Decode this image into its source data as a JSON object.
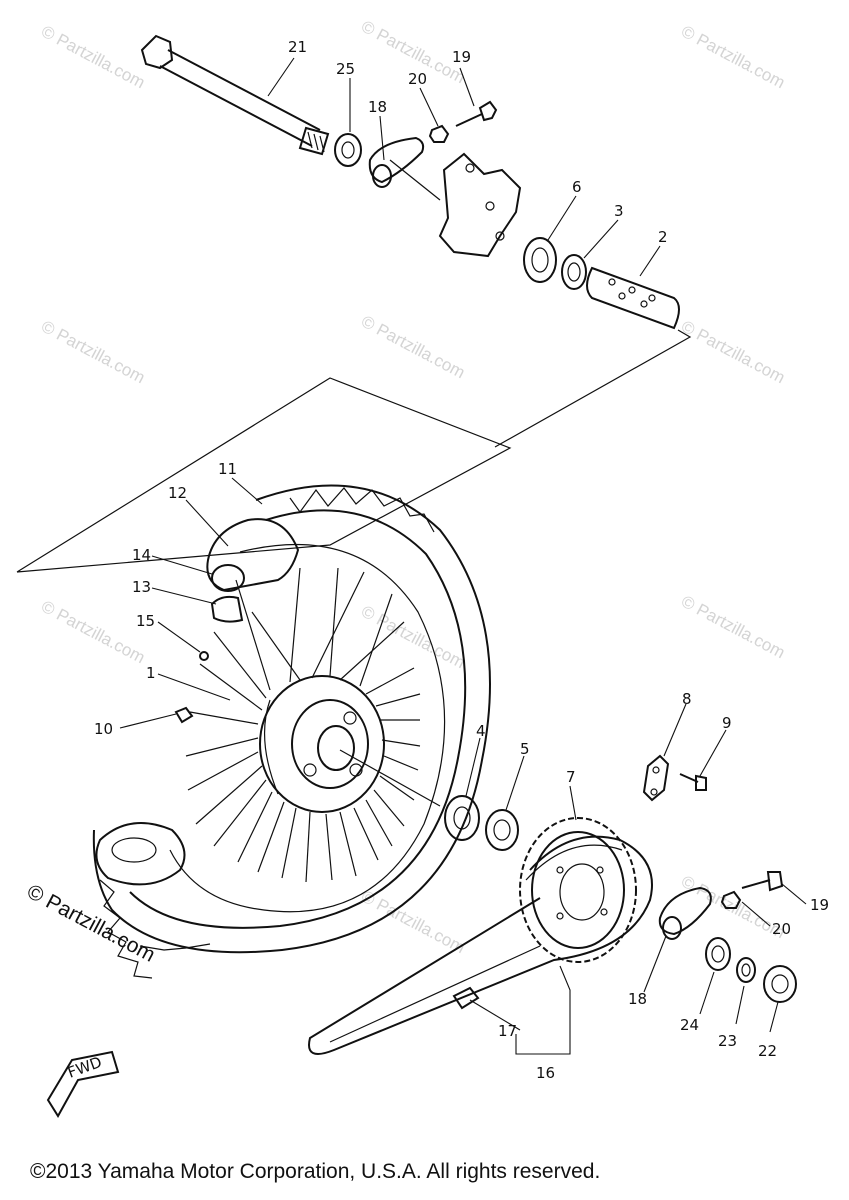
{
  "watermark": "© Partzilla.com",
  "side_watermark": "© Partzilla.com",
  "fwd_label": "FWD",
  "copyright": "©2013 Yamaha Motor Corporation, U.S.A. All rights reserved.",
  "callouts": {
    "c1": "1",
    "c2": "2",
    "c3": "3",
    "c4": "4",
    "c5": "5",
    "c6": "6",
    "c7": "7",
    "c8": "8",
    "c9": "9",
    "c10": "10",
    "c11": "11",
    "c12": "12",
    "c13": "13",
    "c14": "14",
    "c15": "15",
    "c16": "16",
    "c17": "17",
    "c18a": "18",
    "c18b": "18",
    "c19a": "19",
    "c19b": "19",
    "c20a": "20",
    "c20b": "20",
    "c21": "21",
    "c22": "22",
    "c23": "23",
    "c24": "24",
    "c25": "25"
  }
}
